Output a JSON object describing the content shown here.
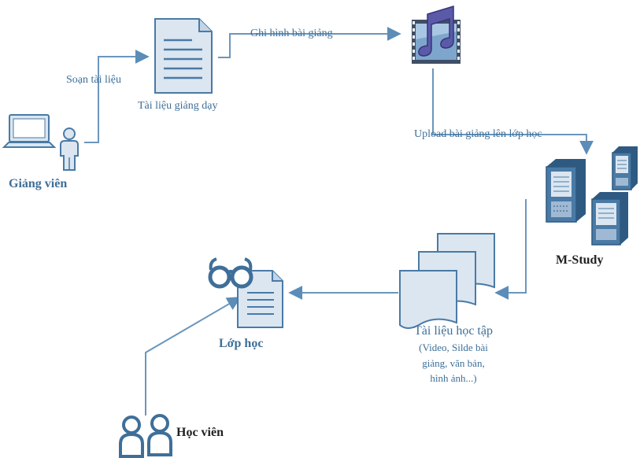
{
  "nodes": {
    "teacher": "Giảng viên",
    "teaching_docs": "Tài liệu giảng dạy",
    "server": "M-Study",
    "learning_materials": "Tài liệu học tập",
    "learning_materials_detail": [
      "(Video, Silde bài",
      "giảng, văn bản,",
      "hình ảnh...)"
    ],
    "classroom": "Lớp học",
    "students": "Học viên"
  },
  "edges": {
    "compose": "Soạn tài liệu",
    "record": "Ghi hình bài giảng",
    "upload": "Upload bài giảng lên lớp học"
  },
  "colors": {
    "accent": "#5b8db8",
    "label": "#3d6f98",
    "icon_fill": "#dbe6f1",
    "icon_stroke": "#4a7aa5",
    "server_dark": "#2e5a82"
  }
}
